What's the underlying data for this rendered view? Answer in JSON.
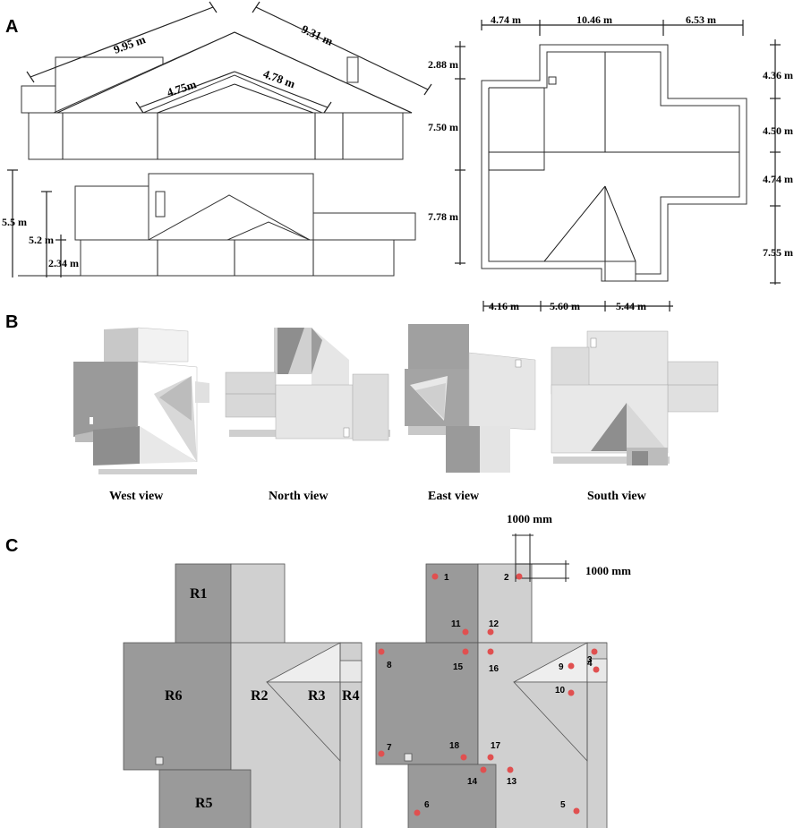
{
  "panels": {
    "a_label": "A",
    "b_label": "B",
    "c_label": "C"
  },
  "elevation_dims": {
    "d1": "9.95 m",
    "d2": "9.31 m",
    "d3": "4.75m",
    "d4": "4.78 m",
    "h1": "5.5 m",
    "h2": "5.2 m",
    "h3": "2.34 m"
  },
  "plan_dims": {
    "top": [
      "4.74 m",
      "10.46 m",
      "6.53 m"
    ],
    "left": [
      "2.88 m",
      "7.50 m",
      "7.78 m"
    ],
    "right": [
      "4.36 m",
      "4.50 m",
      "4.74 m",
      "7.55 m"
    ],
    "bottom": [
      "4.16 m",
      "5.60 m",
      "5.44 m"
    ]
  },
  "views": [
    {
      "caption": "West view"
    },
    {
      "caption": "North view"
    },
    {
      "caption": "East view"
    },
    {
      "caption": "South view"
    }
  ],
  "roof_labels": [
    "R1",
    "R2",
    "R3",
    "R4",
    "R5",
    "R6"
  ],
  "scale": {
    "vertical": "1000 mm",
    "horizontal": "1000 mm"
  },
  "points": [
    {
      "id": "1"
    },
    {
      "id": "2"
    },
    {
      "id": "3"
    },
    {
      "id": "4"
    },
    {
      "id": "5"
    },
    {
      "id": "6"
    },
    {
      "id": "7"
    },
    {
      "id": "8"
    },
    {
      "id": "9"
    },
    {
      "id": "10"
    },
    {
      "id": "11"
    },
    {
      "id": "12"
    },
    {
      "id": "13"
    },
    {
      "id": "14"
    },
    {
      "id": "15"
    },
    {
      "id": "16"
    },
    {
      "id": "17"
    },
    {
      "id": "18"
    }
  ],
  "colors": {
    "dark_gray": "#9a9a9a",
    "mid_gray": "#c8c8c8",
    "light_gray": "#e3e3e3",
    "lighter_gray": "#efefef",
    "point_red": "#e05050"
  }
}
